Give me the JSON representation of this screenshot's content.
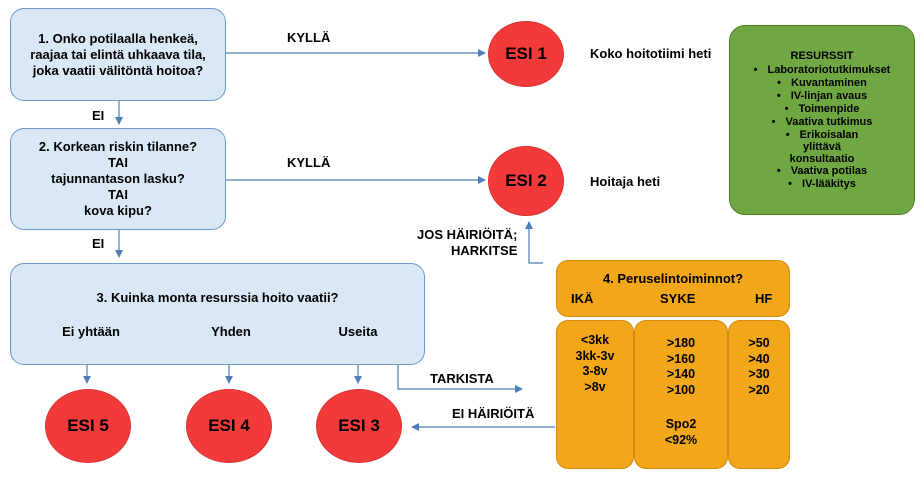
{
  "q1": {
    "lines": [
      "1. Onko potilaalla henkeä,",
      "raajaa tai elintä uhkaava tila,",
      "joka vaatii välitöntä hoitoa?"
    ]
  },
  "q2": {
    "lines": [
      "2. Korkean riskin tilanne?",
      "TAI",
      "tajunnantason lasku?",
      "TAI",
      "kova kipu?"
    ]
  },
  "q3": {
    "question": "3. Kuinka monta resurssia hoito vaatii?",
    "options": [
      "Ei yhtään",
      "Yhden",
      "Useita"
    ]
  },
  "arrows": {
    "kylla_1": "KYLLÄ",
    "kylla_2": "KYLLÄ",
    "ei_1": "EI",
    "ei_2": "EI",
    "tarkista": "TARKISTA",
    "ei_hairioita": "EI HÄIRIÖITÄ",
    "jos_hairioita": [
      "JOS HÄIRIÖITÄ;",
      "HARKITSE"
    ]
  },
  "esi": {
    "esi1": "ESI 1",
    "esi2": "ESI 2",
    "esi3": "ESI 3",
    "esi4": "ESI 4",
    "esi5": "ESI 5"
  },
  "esi_notes": {
    "esi1": "Koko hoitotiimi heti",
    "esi2": "Hoitaja heti"
  },
  "resources": {
    "title": "RESURSSIT",
    "items": [
      "Laboratoriotutkimukset",
      "Kuvantaminen",
      "IV-linjan avaus",
      "Toimenpide",
      "Vaativa tutkimus",
      "Erikoisalan ylittävä konsultaatio",
      "Vaativa potilas",
      "IV-lääkitys"
    ]
  },
  "vitals": {
    "title": "4. Peruselintoiminnot?",
    "headers": [
      "IKÄ",
      "SYKE",
      "HF"
    ],
    "age": [
      "<3kk",
      "3kk-3v",
      "3-8v",
      ">8v"
    ],
    "syke": [
      ">180",
      ">160",
      ">140",
      ">100"
    ],
    "spo2_label": "Spo2",
    "spo2_value": "<92%",
    "hf": [
      ">50",
      ">40",
      ">30",
      ">20"
    ]
  },
  "colors": {
    "question_fill": "#dae8f5",
    "esi_red": "#f23a3a",
    "resources_green": "#6fa842",
    "vitals_orange": "#f2a61a",
    "arrow_blue": "#4f7fb8"
  }
}
